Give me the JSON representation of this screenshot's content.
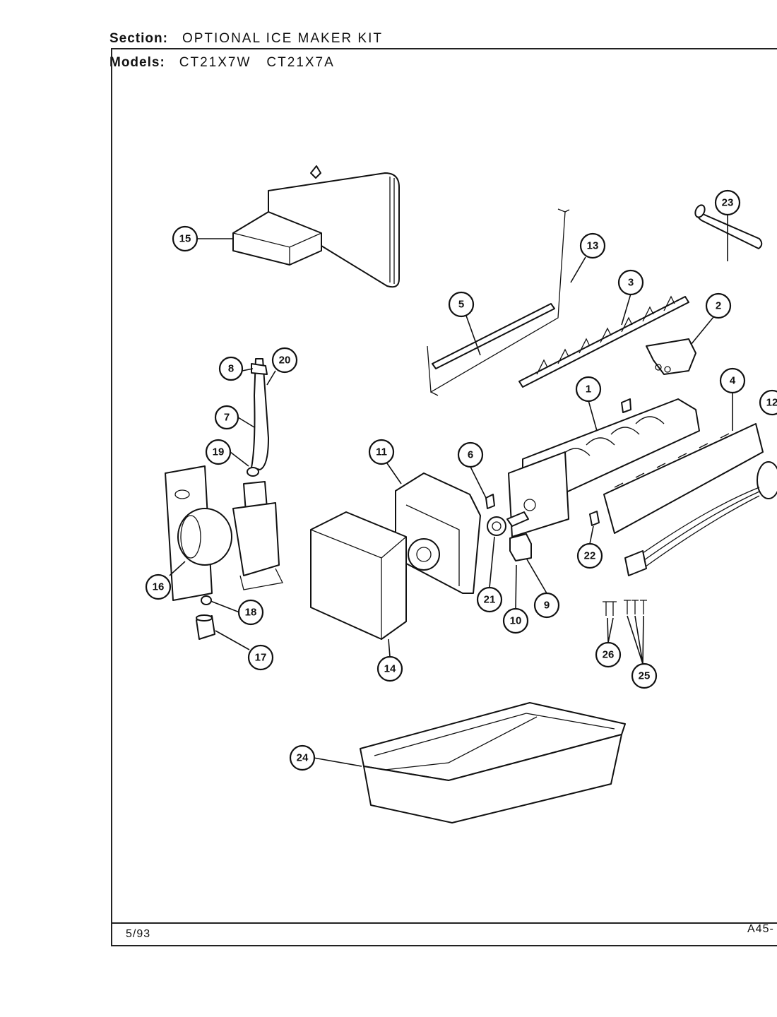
{
  "header": {
    "section_label": "Section:",
    "section_value": "OPTIONAL ICE MAKER KIT",
    "models_label": "Models:",
    "models": [
      "CT21X7W",
      "CT21X7A"
    ]
  },
  "footer": {
    "date": "5/93",
    "code": "A45-"
  },
  "callouts": [
    "15",
    "23",
    "13",
    "3",
    "2",
    "5",
    "8",
    "20",
    "7",
    "19",
    "1",
    "4",
    "12",
    "11",
    "6",
    "16",
    "21",
    "9",
    "10",
    "22",
    "18",
    "17",
    "14",
    "26",
    "25",
    "24"
  ]
}
